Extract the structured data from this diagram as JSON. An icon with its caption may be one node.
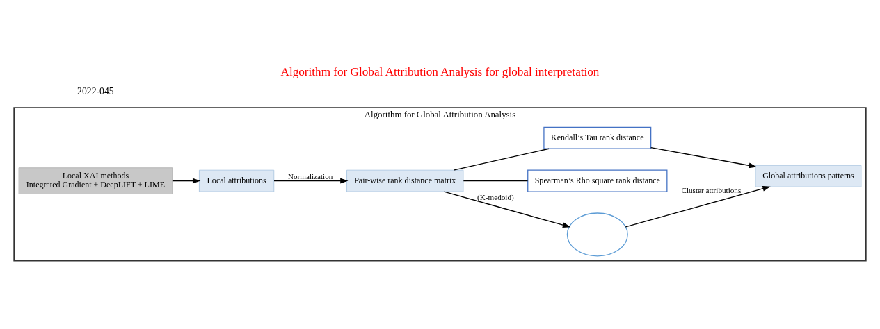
{
  "diagram": {
    "title": "Algorithm for Global Attribution Analysis for global interpretation",
    "nodes": [
      {
        "text": [
          "Algorithm for Global Attribution Analysis"
        ]
      },
      {
        "text": [
          "Local XAI methods",
          "Integrated Gradient + DeepLIFT + LIME"
        ],
        "in": 0
      },
      {
        "text": [
          "Local attributions"
        ],
        "in": 0
      },
      {
        "text": [
          "Pair-wise rank distance matrix"
        ],
        "in": 0
      },
      {
        "text": [],
        "shape": "circle",
        "in": 0
      },
      {
        "text": [
          "Spearman’s Rho square rank distance"
        ],
        "in": 0
      },
      {
        "text": [
          "Kendall’s Tau rank distance"
        ],
        "in": 0
      },
      {
        "text": [
          "Global attributions patterns"
        ],
        "in": 0
      }
    ],
    "edges": [
      {
        "from": 1,
        "to": 2,
        "arrow": "to"
      },
      {
        "from": 2,
        "to": 3,
        "arrow": "to",
        "label": "Normalization"
      },
      {
        "from": 3,
        "to": 4,
        "arrow": "to",
        "label": "(K-medoid)"
      },
      {
        "from": 3,
        "to": 5,
        "arrow": "none"
      },
      {
        "from": 3,
        "to": 6,
        "arrow": "none"
      },
      {
        "from": 6,
        "to": 7,
        "arrow": "to"
      },
      {
        "from": 4,
        "to": 7,
        "arrow": "to",
        "label": "Cluster attributions"
      }
    ],
    "labels": [
      "2022-045"
    ]
  }
}
